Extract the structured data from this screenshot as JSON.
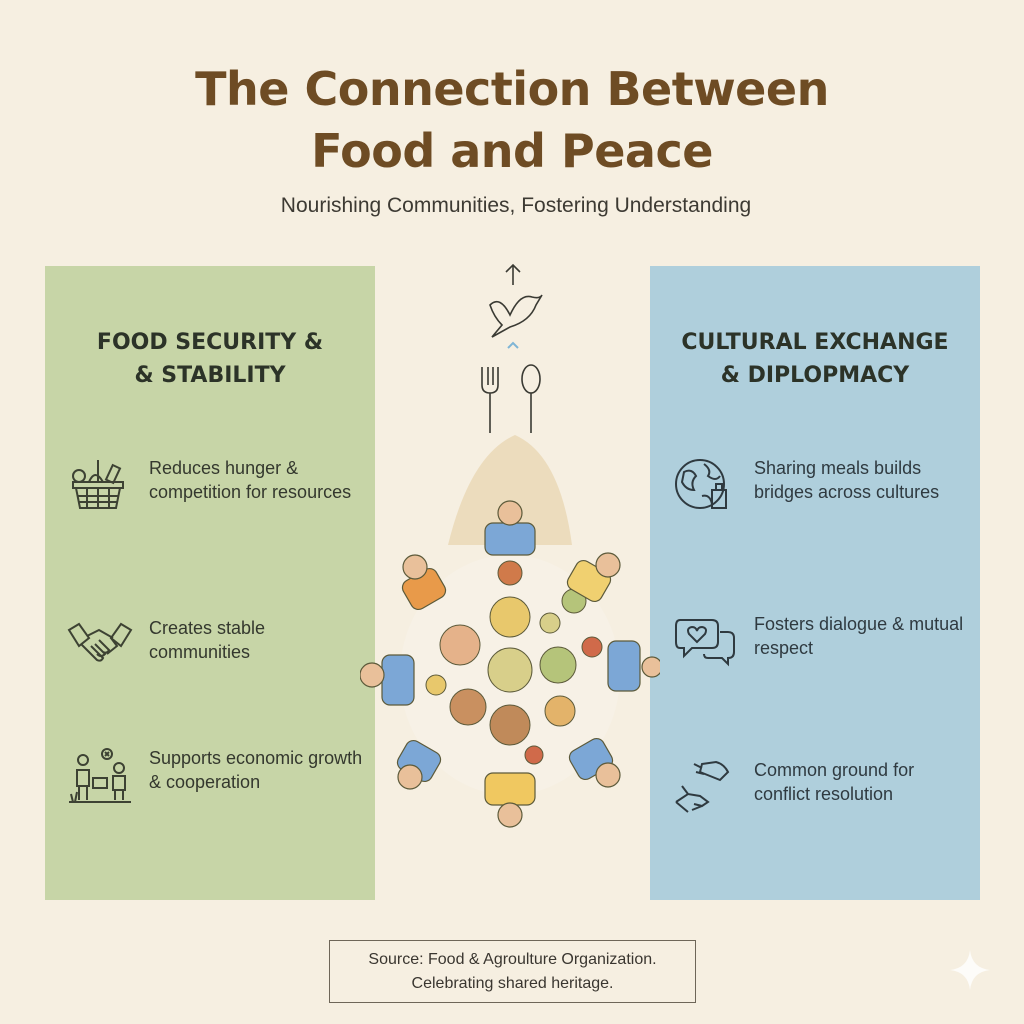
{
  "title": {
    "line1": "The Connection Between",
    "line2": "Food and Peace"
  },
  "subtitle": "Nourishing Communities, Fostering Understanding",
  "left_panel": {
    "heading_line1": "FOOD SECURITY &",
    "heading_line2": "& STABILITY",
    "color": "#c7d5a7",
    "items": [
      {
        "icon": "basket-icon",
        "text": "Reduces hunger & competition for resources"
      },
      {
        "icon": "handshake-icon",
        "text": "Creates stable communities"
      },
      {
        "icon": "farmers-icon",
        "text": "Supports economic growth & cooperation"
      }
    ]
  },
  "right_panel": {
    "heading_line1": "CULTURAL EXCHANGE",
    "heading_line2": "& DIPLOPMACY",
    "color": "#afcfdc",
    "items": [
      {
        "icon": "globe-icon",
        "text": "Sharing meals builds bridges across cultures"
      },
      {
        "icon": "speech-bubbles-heart-icon",
        "text": "Fosters dialogue & mutual respect"
      },
      {
        "icon": "reaching-hands-icon",
        "text": "Common ground for conflict resolution"
      }
    ]
  },
  "center": {
    "icons": [
      "arrow-up-icon",
      "dove-icon",
      "fork-icon",
      "spoon-icon",
      "shared-table-illustration"
    ]
  },
  "source": {
    "line1": "Source: Food & Agroulture Organization.",
    "line2": "Celebrating shared heritage."
  }
}
